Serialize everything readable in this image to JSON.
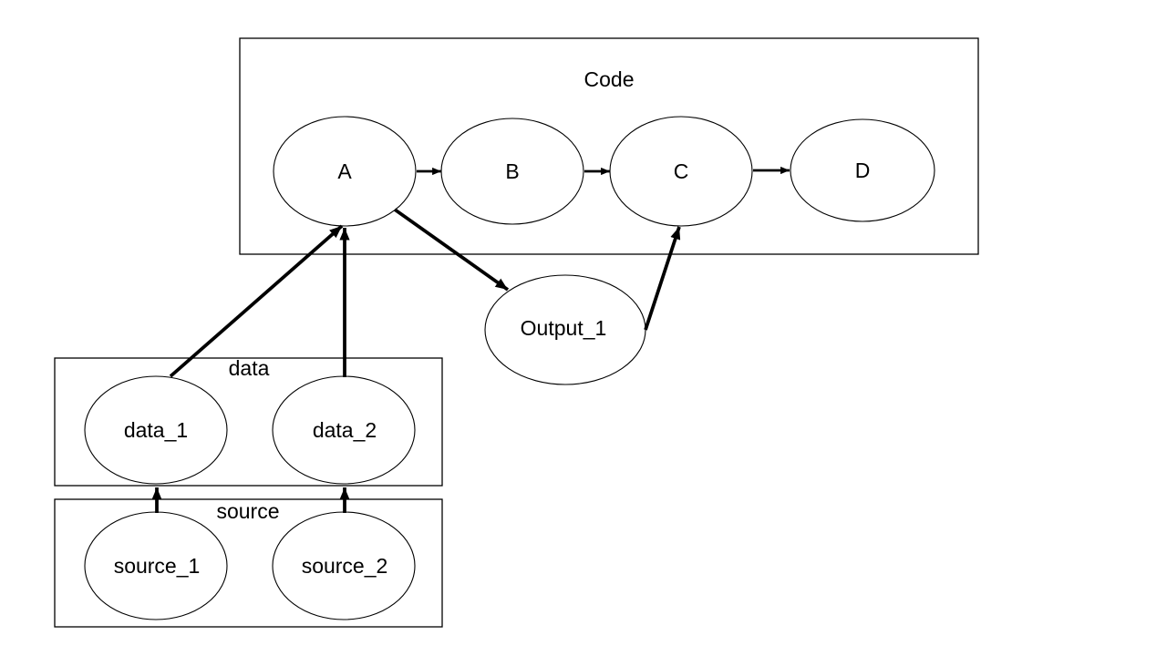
{
  "diagram": {
    "colors": {
      "background": "#ffffff",
      "line": "#000000",
      "text": "#000000"
    },
    "groups": [
      {
        "id": "code",
        "label": "Code"
      },
      {
        "id": "data",
        "label": "data"
      },
      {
        "id": "source",
        "label": "source"
      }
    ],
    "nodes": [
      {
        "id": "A",
        "label": "A",
        "group": "code"
      },
      {
        "id": "B",
        "label": "B",
        "group": "code"
      },
      {
        "id": "C",
        "label": "C",
        "group": "code"
      },
      {
        "id": "D",
        "label": "D",
        "group": "code"
      },
      {
        "id": "Output_1",
        "label": "Output_1",
        "group": null
      },
      {
        "id": "data_1",
        "label": "data_1",
        "group": "data"
      },
      {
        "id": "data_2",
        "label": "data_2",
        "group": "data"
      },
      {
        "id": "source_1",
        "label": "source_1",
        "group": "source"
      },
      {
        "id": "source_2",
        "label": "source_2",
        "group": "source"
      }
    ],
    "edges": [
      {
        "from": "A",
        "to": "B"
      },
      {
        "from": "B",
        "to": "C"
      },
      {
        "from": "C",
        "to": "D"
      },
      {
        "from": "A",
        "to": "Output_1"
      },
      {
        "from": "Output_1",
        "to": "C"
      },
      {
        "from": "data_1",
        "to": "A"
      },
      {
        "from": "data_2",
        "to": "A"
      },
      {
        "from": "source_1",
        "to": "data_1"
      },
      {
        "from": "source_2",
        "to": "data_2"
      }
    ]
  }
}
